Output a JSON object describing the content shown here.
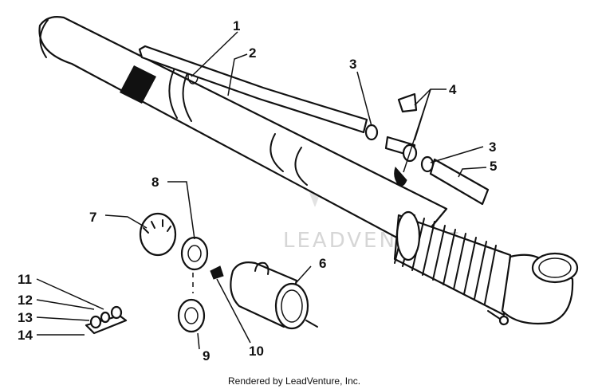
{
  "diagram": {
    "callouts": [
      "1",
      "2",
      "3",
      "4",
      "3",
      "5",
      "6",
      "7",
      "8",
      "9",
      "10",
      "11",
      "12",
      "13",
      "14"
    ],
    "watermark": "LEADVENTURE",
    "credit": "Rendered by LeadVenture, Inc."
  }
}
